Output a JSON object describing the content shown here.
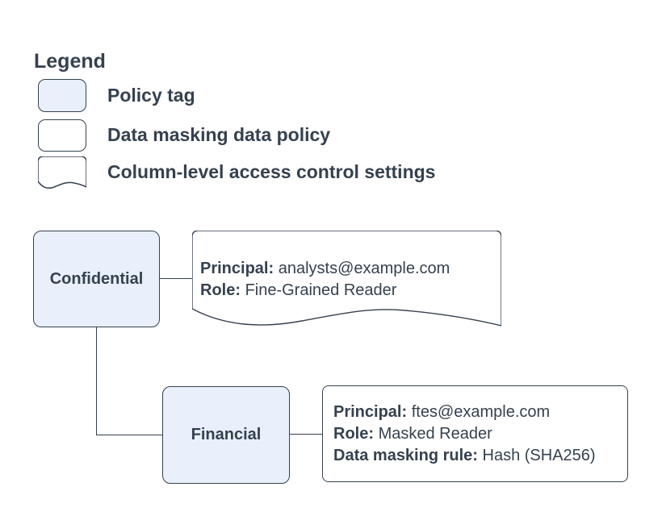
{
  "legend": {
    "title": "Legend",
    "items": [
      {
        "id": "policy-tag",
        "label": "Policy tag"
      },
      {
        "id": "data-masking-data-policy",
        "label": "Data masking data policy"
      },
      {
        "id": "column-level-access-control-settings",
        "label": "Column-level access control settings"
      }
    ]
  },
  "diagram": {
    "policy_tags": [
      {
        "id": "confidential",
        "label": "Confidential"
      },
      {
        "id": "financial",
        "label": "Financial"
      }
    ],
    "access_control_settings": {
      "principal_label": "Principal:",
      "principal": "analysts@example.com",
      "role_label": "Role:",
      "role": "Fine-Grained Reader"
    },
    "data_masking_policy": {
      "principal_label": "Principal:",
      "principal": "ftes@example.com",
      "role_label": "Role:",
      "role": "Masked Reader",
      "rule_label": "Data masking rule:",
      "rule": "Hash (SHA256)"
    }
  },
  "colors": {
    "policy_tag_fill": "#e9f0fb",
    "shape_fill": "#ffffff",
    "stroke": "#36414f",
    "text": "#36414f"
  }
}
